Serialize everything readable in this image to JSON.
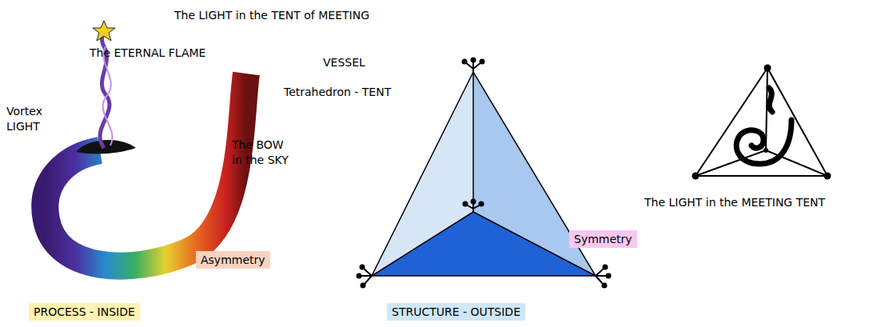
{
  "diagram": {
    "title": "The LIGHT in the TENT of MEETING",
    "nodes": [
      {
        "text": [
          "Asymmetry"
        ]
      },
      {
        "text": [
          "PROCESS - INSIDE"
        ]
      },
      {
        "text": [
          "Symmetry"
        ]
      },
      {
        "text": [
          "STRUCTURE - OUTSIDE"
        ]
      }
    ],
    "labels": [
      "The ETERNAL FLAME",
      "Vortex LIGHT",
      "The BOW in the SKY",
      "VESSEL",
      "Tetrahedron - TENT",
      "The LIGHT in the MEETING TENT"
    ]
  }
}
